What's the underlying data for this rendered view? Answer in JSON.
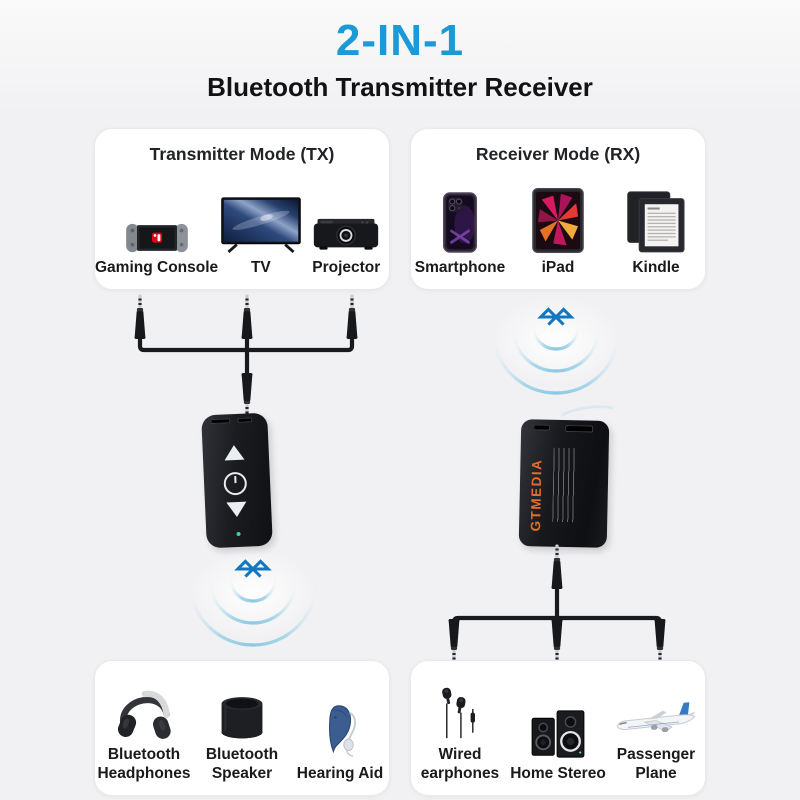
{
  "colors": {
    "background": "#f1f1f3",
    "card": "#ffffff",
    "title_blue": "#1b9ad6",
    "bluetooth_blue": "#1277c0",
    "arc_blue": "#8cc8e2",
    "text_dark": "#1a1a1c",
    "brand_orange": "#e2702a"
  },
  "header": {
    "title": "2-IN-1",
    "subtitle": "Bluetooth Transmitter Receiver"
  },
  "tx_panel": {
    "heading": "Transmitter Mode (TX)",
    "devices": [
      {
        "label": "Gaming Console",
        "icon": "gaming-console-icon"
      },
      {
        "label": "TV",
        "icon": "tv-icon"
      },
      {
        "label": "Projector",
        "icon": "projector-icon"
      }
    ]
  },
  "rx_panel": {
    "heading": "Receiver Mode (RX)",
    "devices": [
      {
        "label": "Smartphone",
        "icon": "smartphone-icon"
      },
      {
        "label": "iPad",
        "icon": "ipad-icon"
      },
      {
        "label": "Kindle",
        "icon": "kindle-icon"
      }
    ]
  },
  "tx_sinks_panel": {
    "devices": [
      {
        "label": "Bluetooth Headphones",
        "icon": "bluetooth-headphones-icon"
      },
      {
        "label": "Bluetooth Speaker",
        "icon": "bluetooth-speaker-icon"
      },
      {
        "label": "Hearing Aid",
        "icon": "hearing-aid-icon"
      }
    ]
  },
  "rx_sinks_panel": {
    "devices": [
      {
        "label": "Wired earphones",
        "icon": "wired-earphones-icon"
      },
      {
        "label": "Home Stereo",
        "icon": "home-stereo-icon"
      },
      {
        "label": "Passenger Plane",
        "icon": "passenger-plane-icon"
      }
    ]
  },
  "transmitter_device": {
    "buttons": [
      "volume-up",
      "power",
      "volume-down"
    ]
  },
  "receiver_device": {
    "brand": "GTMEDIA"
  }
}
